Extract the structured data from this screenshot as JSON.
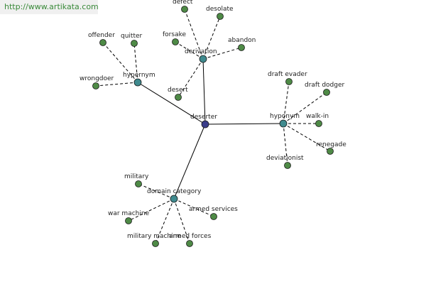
{
  "watermark": "http://www.artikata.com",
  "colors": {
    "center": "#3a3d8a",
    "hub": "#3f8a8e",
    "leaf": "#4e8a46",
    "edge": "#000000"
  },
  "center": {
    "id": "deserter",
    "label": "deserter"
  },
  "hubs": [
    {
      "id": "hypernym",
      "label": "hypernym"
    },
    {
      "id": "derivation",
      "label": "derivation"
    },
    {
      "id": "hyponym",
      "label": "hyponym"
    },
    {
      "id": "domain-category",
      "label": "domain category"
    }
  ],
  "leaves": [
    {
      "hub": "hypernym",
      "label": "offender"
    },
    {
      "hub": "hypernym",
      "label": "quitter"
    },
    {
      "hub": "hypernym",
      "label": "wrongdoer"
    },
    {
      "hub": "derivation",
      "label": "defect"
    },
    {
      "hub": "derivation",
      "label": "desolate"
    },
    {
      "hub": "derivation",
      "label": "forsake"
    },
    {
      "hub": "derivation",
      "label": "abandon"
    },
    {
      "hub": "derivation",
      "label": "desert"
    },
    {
      "hub": "hyponym",
      "label": "draft evader"
    },
    {
      "hub": "hyponym",
      "label": "draft dodger"
    },
    {
      "hub": "hyponym",
      "label": "walk-in"
    },
    {
      "hub": "hyponym",
      "label": "renegade"
    },
    {
      "hub": "hyponym",
      "label": "deviationist"
    },
    {
      "hub": "domain-category",
      "label": "military"
    },
    {
      "hub": "domain-category",
      "label": "armed services"
    },
    {
      "hub": "domain-category",
      "label": "war machine"
    },
    {
      "hub": "domain-category",
      "label": "military machine"
    },
    {
      "hub": "domain-category",
      "label": "armed forces"
    }
  ]
}
